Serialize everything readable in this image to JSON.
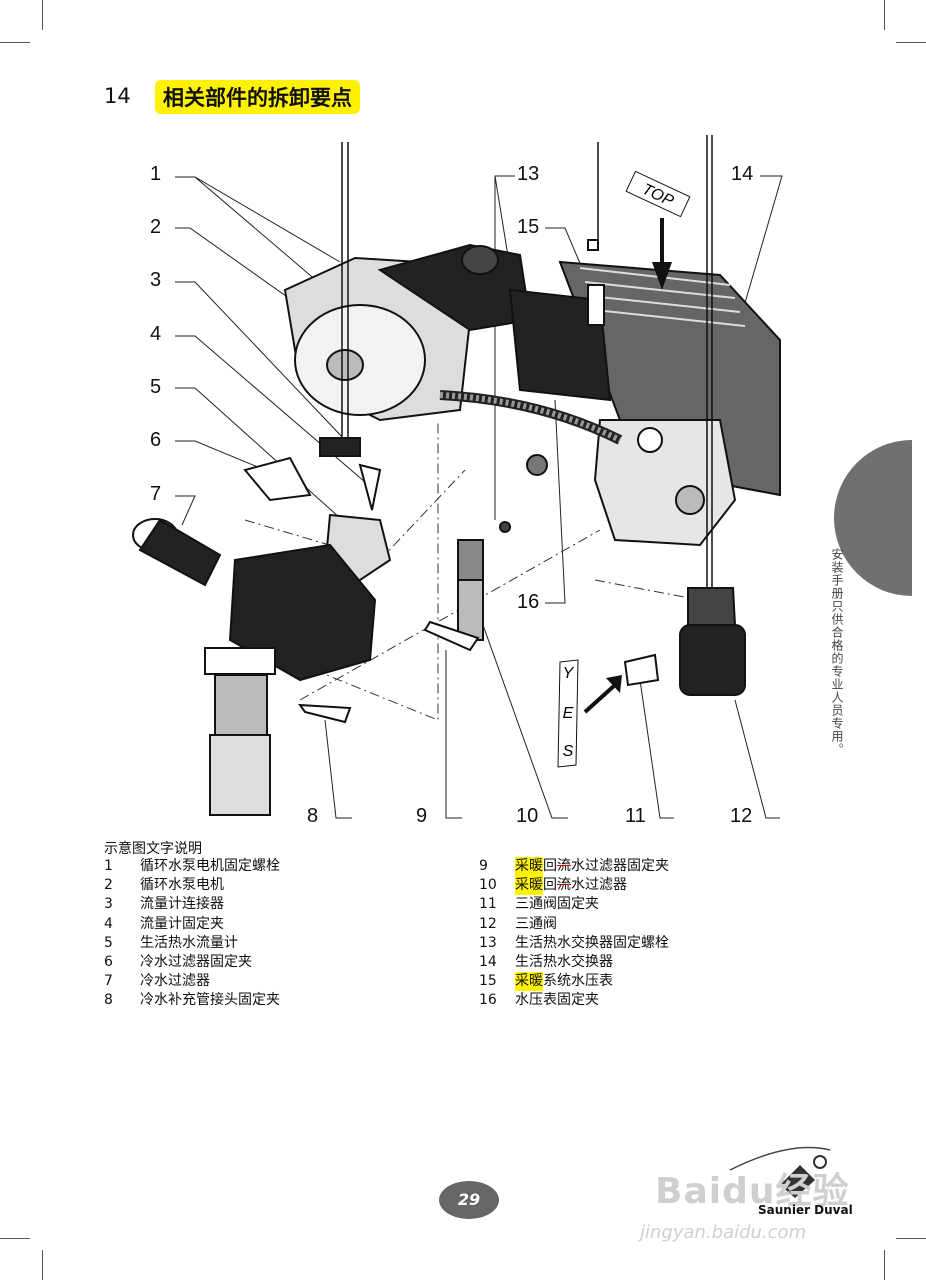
{
  "section": {
    "number": "14",
    "title": "相关部件的拆卸要点"
  },
  "figure": {
    "callouts": [
      "1",
      "2",
      "3",
      "4",
      "5",
      "6",
      "7",
      "8",
      "9",
      "10",
      "11",
      "12",
      "13",
      "14",
      "15",
      "16"
    ],
    "top_marker": "TOP",
    "yes_marker": "YES"
  },
  "legend": {
    "heading": "示意图文字说明",
    "left": [
      {
        "num": "1",
        "text": "循环水泵电机固定螺栓"
      },
      {
        "num": "2",
        "text": "循环水泵电机"
      },
      {
        "num": "3",
        "text": "流量计连接器"
      },
      {
        "num": "4",
        "text": "流量计固定夹"
      },
      {
        "num": "5",
        "text": "生活热水流量计"
      },
      {
        "num": "6",
        "text": "冷水过滤器固定夹"
      },
      {
        "num": "7",
        "text": "冷水过滤器"
      },
      {
        "num": "8",
        "text": "冷水补充管接头固定夹"
      }
    ],
    "right": [
      {
        "num": "9",
        "hl": "采暖",
        "mid": "回",
        "strike": "流",
        "rest": "水过滤器固定夹"
      },
      {
        "num": "10",
        "hl": "采暖",
        "mid": "回",
        "strike": "流",
        "rest": "水过滤器"
      },
      {
        "num": "11",
        "hl": "",
        "mid": "",
        "strike": "",
        "rest": "三通阀固定夹"
      },
      {
        "num": "12",
        "hl": "",
        "mid": "",
        "strike": "",
        "rest": "三通阀"
      },
      {
        "num": "13",
        "hl": "",
        "mid": "",
        "strike": "",
        "rest": "生活热水交换器固定螺栓"
      },
      {
        "num": "14",
        "hl": "",
        "mid": "",
        "strike": "",
        "rest": "生活热水交换器"
      },
      {
        "num": "15",
        "hl": "采暖",
        "mid": "",
        "strike": "",
        "rest": "系统水压表"
      },
      {
        "num": "16",
        "hl": "",
        "mid": "",
        "strike": "",
        "rest": "水压表固定夹"
      }
    ]
  },
  "side_note": "安装手册只供合格的专业人员专用。",
  "footer": {
    "page_number": "29",
    "brand": "Saunier Duval",
    "watermark": "Baidu经验",
    "watermark_url": "jingyan.baidu.com"
  },
  "colors": {
    "highlight": "#fff200",
    "tab_gray": "#707070",
    "ink": "#111111"
  }
}
